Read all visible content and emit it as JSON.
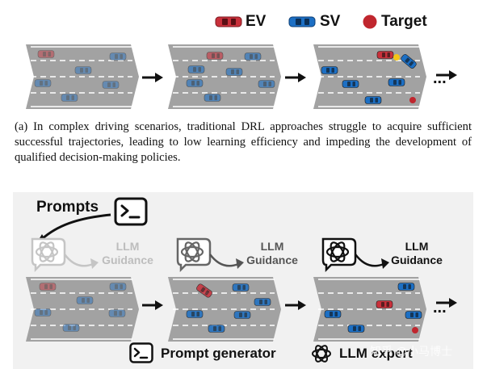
{
  "legend": {
    "ev_label": "EV",
    "sv_label": "SV",
    "target_label": "Target"
  },
  "caption_a": "(a) In complex driving scenarios, traditional DRL approaches struggle to acquire sufficient successful trajectories, leading to low learning efficiency and impeding the development of qualified decision-making policies.",
  "panel_b": {
    "prompts_label": "Prompts",
    "llm_guidance": [
      "LLM",
      "Guidance"
    ],
    "prompt_generator_label": "Prompt generator",
    "llm_expert_label": "LLM expert",
    "watermark": "知乎 @小马博士",
    "ellipsis": "..."
  },
  "colors": {
    "ev": "#c9303b",
    "sv": "#1c6fc4",
    "target": "#c0262e",
    "road": "#a2a2a2",
    "panel_bg": "#f1f1f1"
  }
}
